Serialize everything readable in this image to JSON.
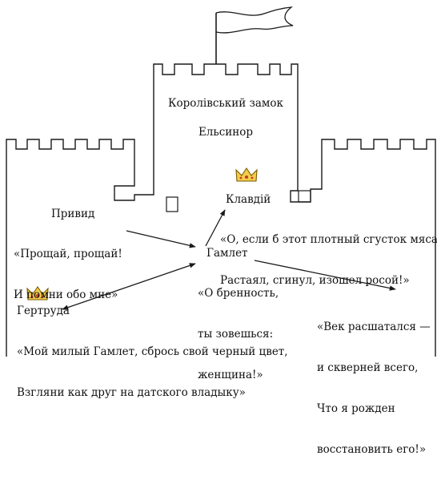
{
  "castle": {
    "title_line1": "Королівський замок",
    "title_line2": "Ельсинор"
  },
  "characters": {
    "claudius": {
      "name": "Клавдій",
      "quote": [
        "«О, если б этот плотный сгусток мяса",
        "Растаял, сгинул, изошел росой!»"
      ],
      "icon": "crown-icon"
    },
    "ghost": {
      "name": "Привид",
      "quote": [
        "«Прощай, прощай!",
        "И помни обо мне»"
      ]
    },
    "hamlet": {
      "name": "Гамлет",
      "quote": [
        "«О бренность,",
        "ты зовешься:",
        "женщина!»"
      ]
    },
    "gertrude": {
      "name": "Гертруда",
      "quote": [
        "«Мой милый Гамлет, сбрось свой черный цвет,",
        "Взгляни как друг на датского владыку»"
      ],
      "icon": "crown-icon"
    },
    "hamlet_vow": {
      "quote": [
        "«Век расшатался —",
        "и скверней всего,",
        "Что я рожден",
        "восстановить его!»"
      ]
    }
  },
  "colors": {
    "outline": "#1a1a1a",
    "crown_fill": "#f4ce4a",
    "crown_stroke": "#7a5a00",
    "crown_gem": "#c0392b"
  }
}
